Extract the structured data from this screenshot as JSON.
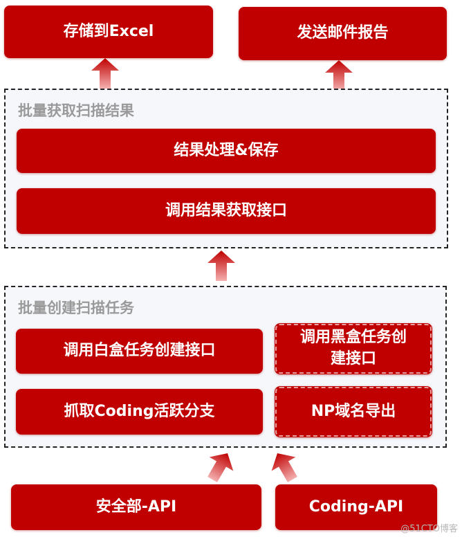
{
  "outputs": {
    "excel": "存储到Excel",
    "email": "发送邮件报告"
  },
  "results_group": {
    "title": "批量获取扫描结果",
    "process": "结果处理&保存",
    "fetch": "调用结果获取接口"
  },
  "tasks_group": {
    "title": "批量创建扫描任务",
    "whitebox": "调用白盒任务创建接口",
    "blackbox": "调用黑盒任务创建接口",
    "branches": "抓取Coding活跃分支",
    "np_export": "NP域名导出"
  },
  "sources": {
    "security_api": "安全部-API",
    "coding_api": "Coding-API"
  },
  "watermark": "@51CTO博客",
  "colors": {
    "box": "#c00000",
    "title": "#9a9a9a",
    "group_bg": "#f5f7fb"
  }
}
